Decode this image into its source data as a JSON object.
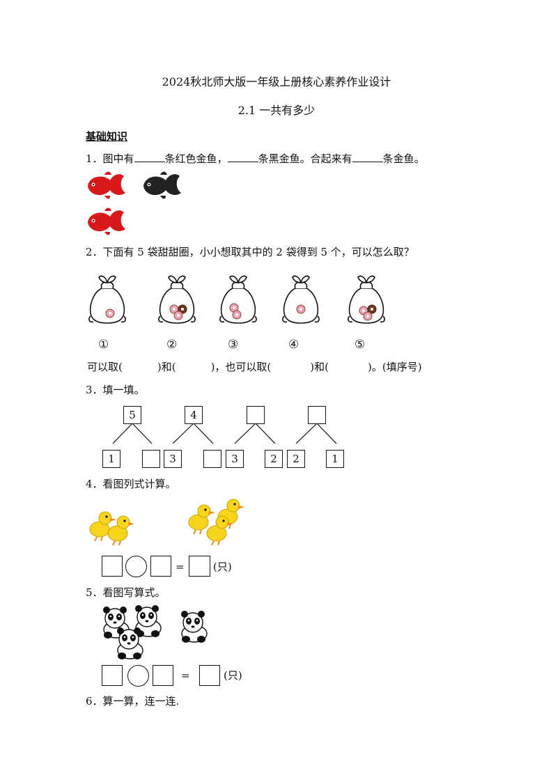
{
  "header": {
    "title": "2024秋北师大版一年级上册核心素养作业设计",
    "subtitle": "2.1 一共有多少"
  },
  "section": {
    "label": "基础知识"
  },
  "q1": {
    "prefix": "1．图中有",
    "part2": "条红色金鱼，",
    "part3": "条黑金鱼。合起来有",
    "part4": "条金鱼。",
    "fish": [
      {
        "color": "red"
      },
      {
        "color": "black"
      },
      {
        "color": "red"
      }
    ]
  },
  "q2": {
    "text": "2．下面有 5 袋甜甜圈，小小想取其中的 2 袋得到 5 个，可以怎么取？",
    "bags": [
      {
        "label": "①",
        "donuts": 1
      },
      {
        "label": "②",
        "donuts": 3
      },
      {
        "label": "③",
        "donuts": 2
      },
      {
        "label": "④",
        "donuts": 1
      },
      {
        "label": "⑤",
        "donuts": 3
      }
    ],
    "answer_line": {
      "a": "可以取(",
      "b": ")和(",
      "c": ")，也可以取(",
      "d": ")和(",
      "e": ")。(填序号)"
    }
  },
  "q3": {
    "text": "3．填一填。",
    "trees": [
      {
        "top": "5",
        "left": "1",
        "right": ""
      },
      {
        "top": "4",
        "left": "3",
        "right": ""
      },
      {
        "top": "",
        "left": "3",
        "right": "2"
      },
      {
        "top": "",
        "left": "2",
        "right": "1"
      }
    ]
  },
  "q4": {
    "text": "4．看图列式计算。",
    "group_a_count": 2,
    "group_b_count": 3,
    "equals": "=",
    "unit": "(只)"
  },
  "q5": {
    "text": "5．看图写算式。",
    "group_a_count": 3,
    "group_b_count": 1,
    "equals": "=",
    "unit": "(只)"
  },
  "q6": {
    "text": "6．算一算，连一连."
  }
}
